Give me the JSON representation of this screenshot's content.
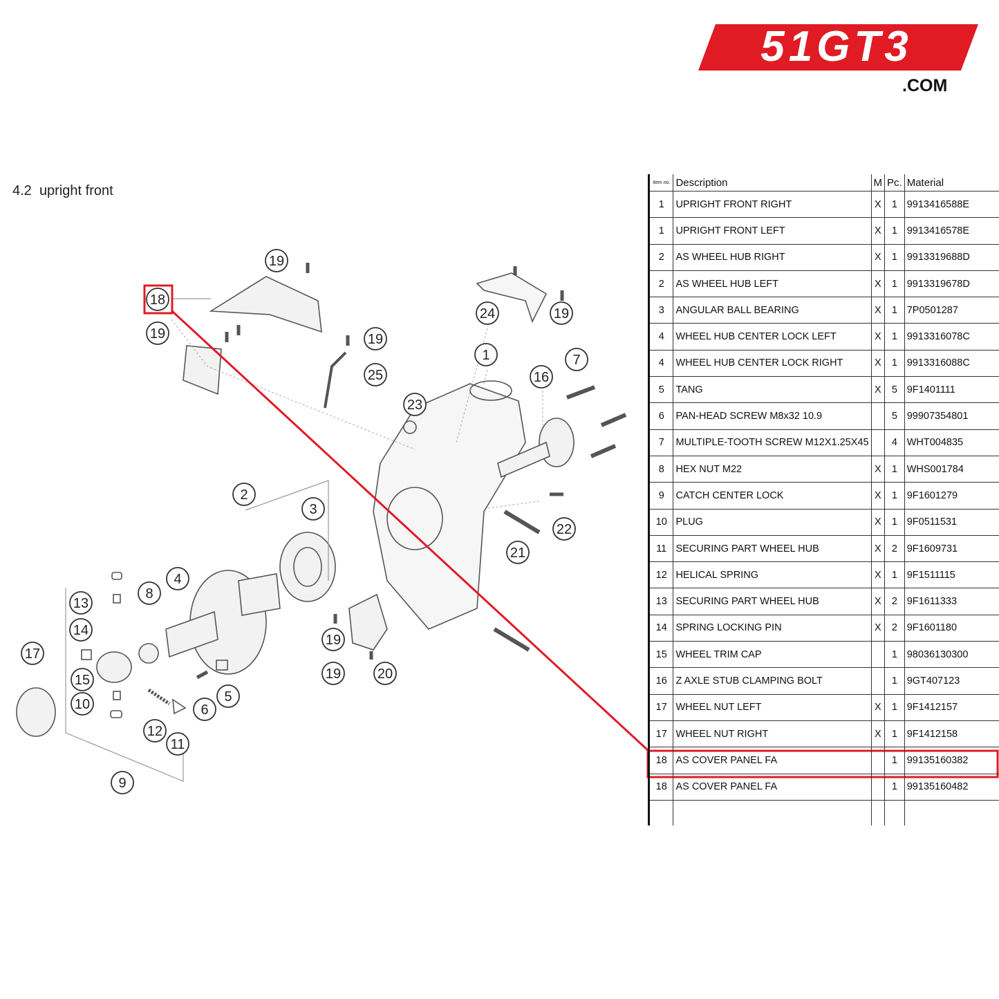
{
  "logo": {
    "main": "51GT3",
    "suffix": ".COM",
    "color": "#e01b24"
  },
  "section": {
    "number": "4.2",
    "title": "upright front"
  },
  "highlight_color": "#e01b24",
  "table": {
    "headers": {
      "item": "Item no.",
      "description": "Description",
      "m": "M",
      "pc": "Pc.",
      "material": "Material"
    },
    "rows": [
      {
        "item": "1",
        "description": "UPRIGHT FRONT RIGHT",
        "m": "X",
        "pc": "1",
        "material": "9913416588E"
      },
      {
        "item": "1",
        "description": "UPRIGHT FRONT LEFT",
        "m": "X",
        "pc": "1",
        "material": "9913416578E"
      },
      {
        "item": "2",
        "description": "AS WHEEL HUB RIGHT",
        "m": "X",
        "pc": "1",
        "material": "9913319688D"
      },
      {
        "item": "2",
        "description": "AS WHEEL HUB LEFT",
        "m": "X",
        "pc": "1",
        "material": "9913319678D"
      },
      {
        "item": "3",
        "description": "ANGULAR BALL BEARING",
        "m": "X",
        "pc": "1",
        "material": "7P0501287"
      },
      {
        "item": "4",
        "description": "WHEEL HUB CENTER LOCK LEFT",
        "m": "X",
        "pc": "1",
        "material": "9913316078C"
      },
      {
        "item": "4",
        "description": "WHEEL HUB CENTER LOCK RIGHT",
        "m": "X",
        "pc": "1",
        "material": "9913316088C"
      },
      {
        "item": "5",
        "description": "TANG",
        "m": "X",
        "pc": "5",
        "material": "9F1401111"
      },
      {
        "item": "6",
        "description": "PAN-HEAD SCREW M8x32 10.9",
        "m": "",
        "pc": "5",
        "material": "99907354801"
      },
      {
        "item": "7",
        "description": "MULTIPLE-TOOTH SCREW M12X1.25X45",
        "m": "",
        "pc": "4",
        "material": "WHT004835"
      },
      {
        "item": "8",
        "description": "HEX NUT M22",
        "m": "X",
        "pc": "1",
        "material": "WHS001784"
      },
      {
        "item": "9",
        "description": "CATCH CENTER LOCK",
        "m": "X",
        "pc": "1",
        "material": "9F1601279"
      },
      {
        "item": "10",
        "description": "PLUG",
        "m": "X",
        "pc": "1",
        "material": "9F0511531"
      },
      {
        "item": "11",
        "description": "SECURING PART WHEEL HUB",
        "m": "X",
        "pc": "2",
        "material": "9F1609731"
      },
      {
        "item": "12",
        "description": "HELICAL SPRING",
        "m": "X",
        "pc": "1",
        "material": "9F1511115"
      },
      {
        "item": "13",
        "description": "SECURING PART WHEEL HUB",
        "m": "X",
        "pc": "2",
        "material": "9F1611333"
      },
      {
        "item": "14",
        "description": "SPRING LOCKING PIN",
        "m": "X",
        "pc": "2",
        "material": "9F1601180"
      },
      {
        "item": "15",
        "description": "WHEEL TRIM CAP",
        "m": "",
        "pc": "1",
        "material": "98036130300"
      },
      {
        "item": "16",
        "description": "Z AXLE STUB CLAMPING BOLT",
        "m": "",
        "pc": "1",
        "material": "9GT407123"
      },
      {
        "item": "17",
        "description": "WHEEL NUT LEFT",
        "m": "X",
        "pc": "1",
        "material": "9F1412157"
      },
      {
        "item": "17",
        "description": "WHEEL NUT RIGHT",
        "m": "X",
        "pc": "1",
        "material": "9F1412158"
      },
      {
        "item": "18",
        "description": "AS COVER PANEL FA",
        "m": "",
        "pc": "1",
        "material": "99135160382",
        "highlighted": true
      },
      {
        "item": "18",
        "description": "AS COVER PANEL FA",
        "m": "",
        "pc": "1",
        "material": "99135160482"
      }
    ]
  },
  "callouts": [
    {
      "label": "19"
    },
    {
      "label": "18"
    },
    {
      "label": "19"
    },
    {
      "label": "19"
    },
    {
      "label": "25"
    },
    {
      "label": "24"
    },
    {
      "label": "19"
    },
    {
      "label": "1"
    },
    {
      "label": "7"
    },
    {
      "label": "16"
    },
    {
      "label": "23"
    },
    {
      "label": "2"
    },
    {
      "label": "3"
    },
    {
      "label": "22"
    },
    {
      "label": "21"
    },
    {
      "label": "4"
    },
    {
      "label": "8"
    },
    {
      "label": "13"
    },
    {
      "label": "14"
    },
    {
      "label": "17"
    },
    {
      "label": "15"
    },
    {
      "label": "10"
    },
    {
      "label": "19"
    },
    {
      "label": "19"
    },
    {
      "label": "20"
    },
    {
      "label": "5"
    },
    {
      "label": "6"
    },
    {
      "label": "12"
    },
    {
      "label": "11"
    },
    {
      "label": "9"
    }
  ]
}
